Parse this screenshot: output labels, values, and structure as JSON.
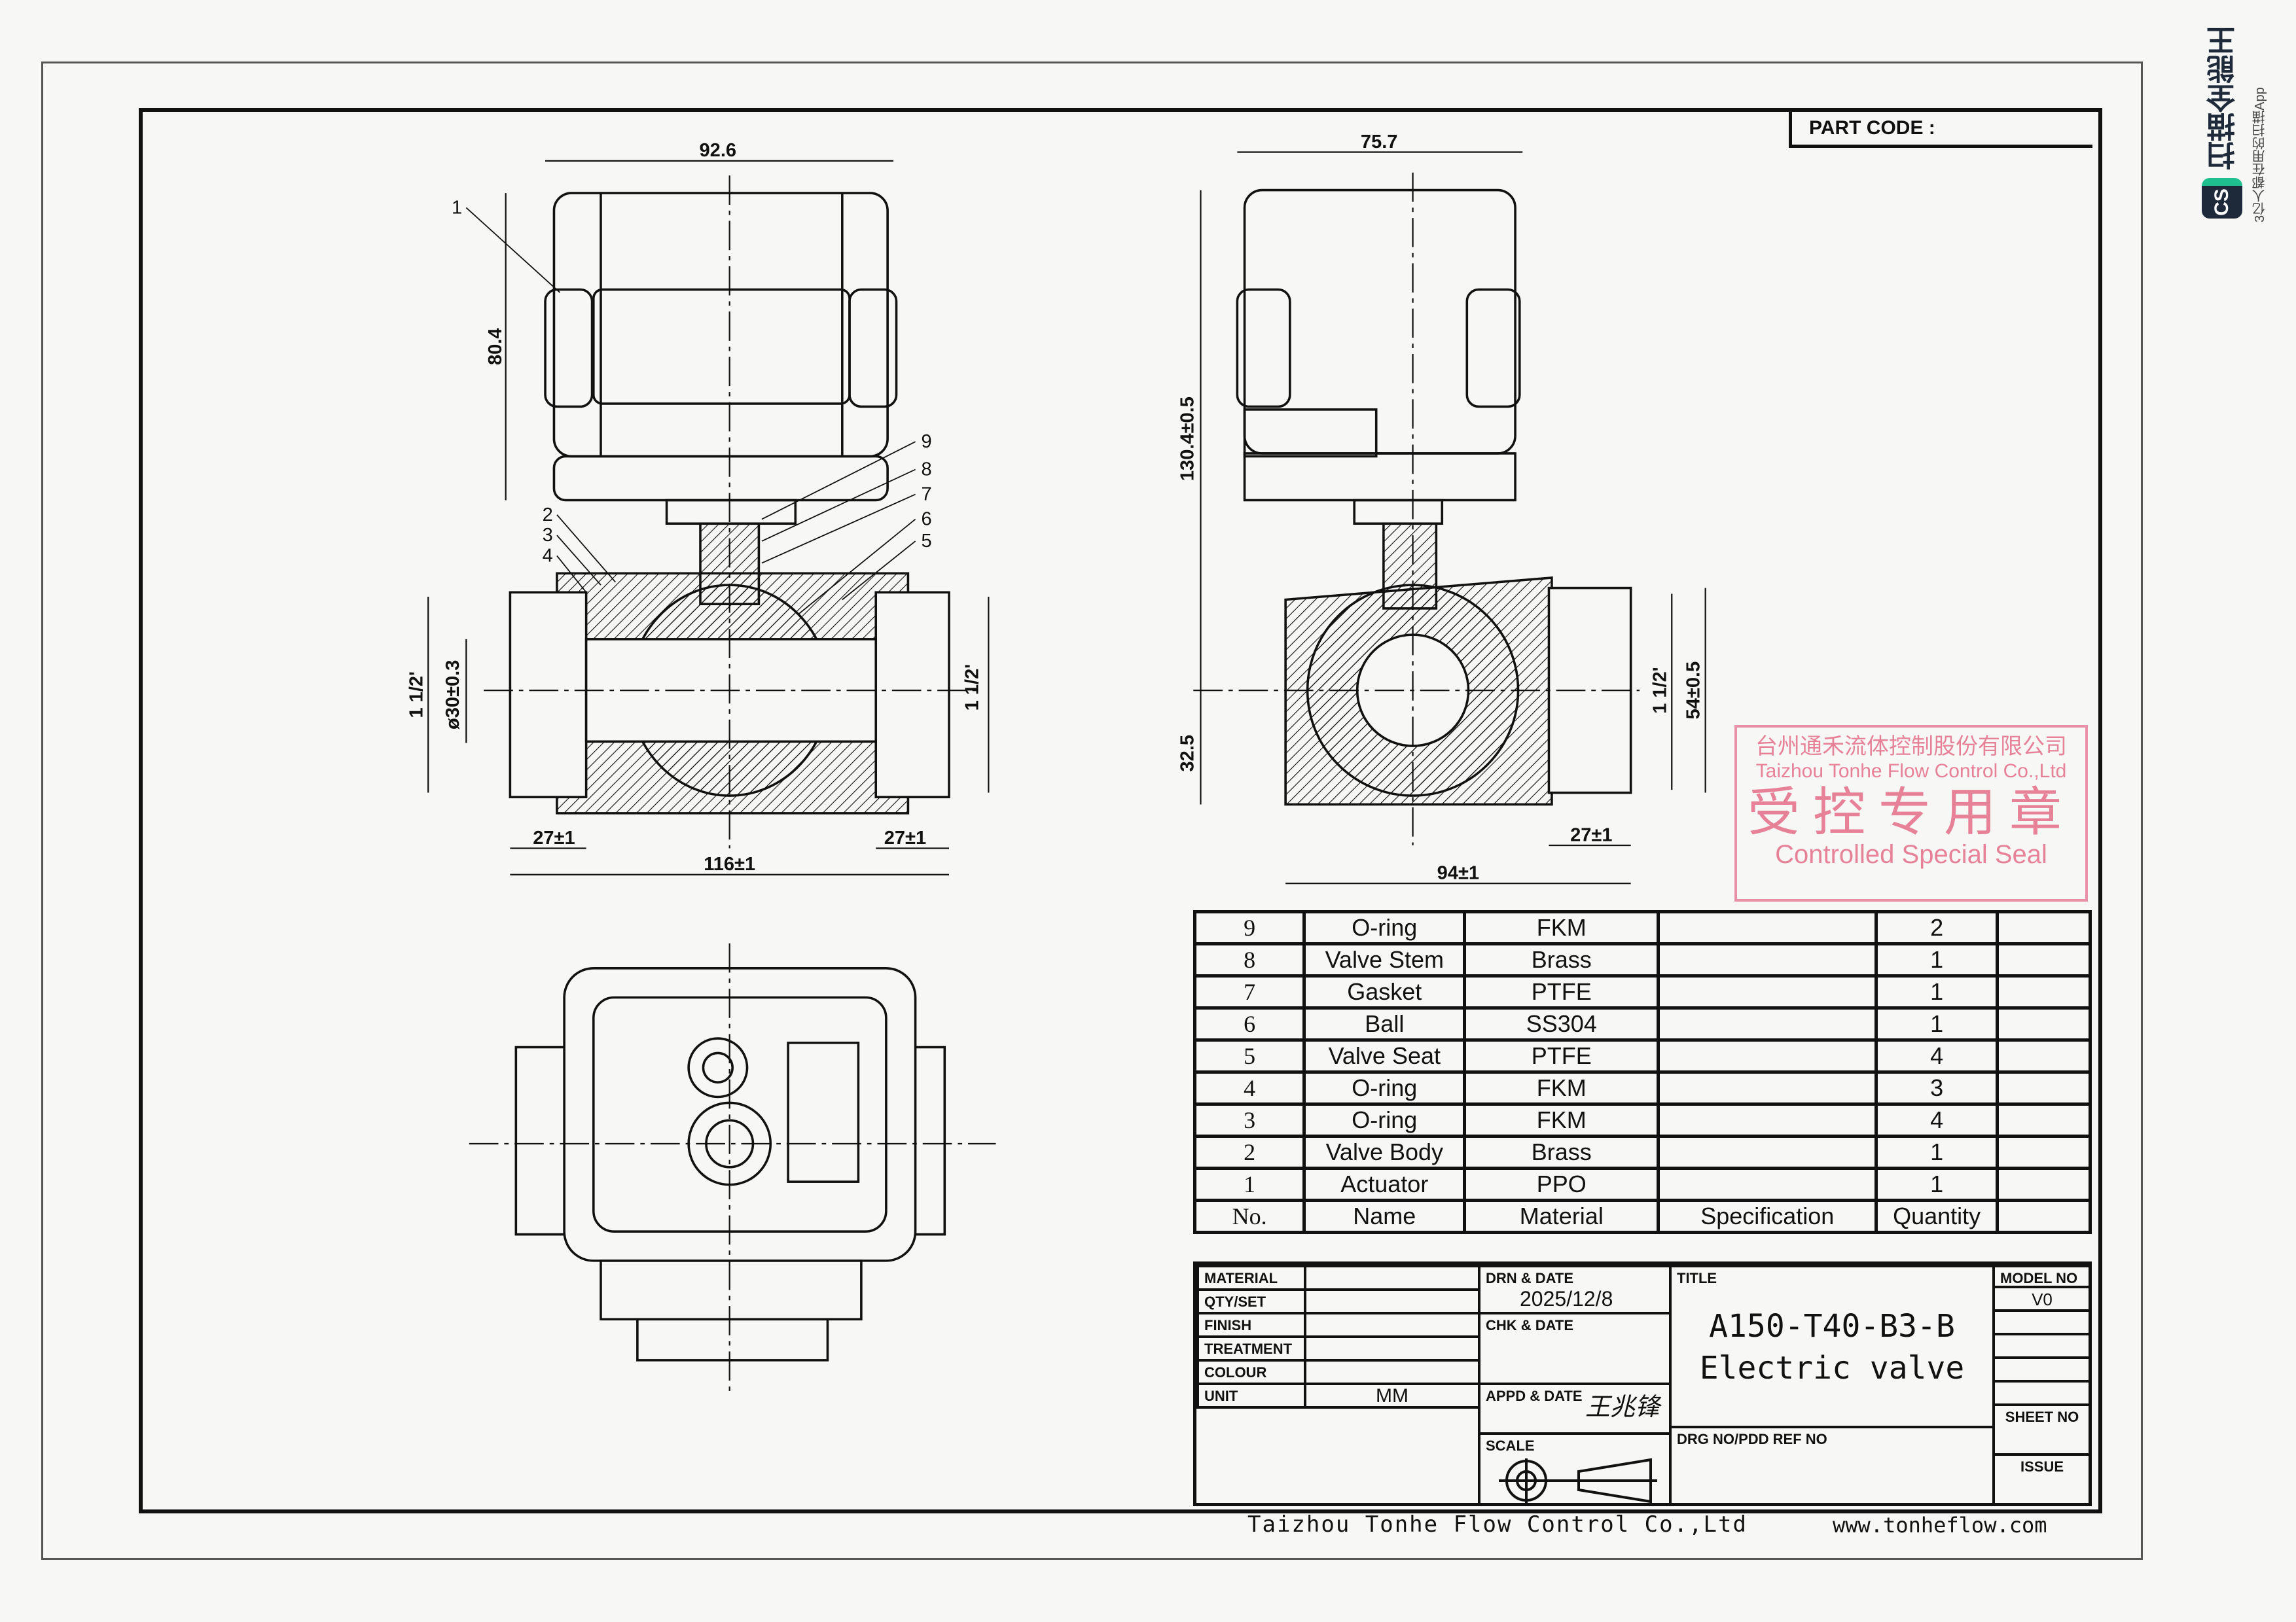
{
  "part_code_label": "PART CODE :",
  "dimensions": {
    "front_width": "92.6",
    "actuator_height": "80.4",
    "thread_left": "1 1/2'",
    "bore": "ø30±0.3",
    "thread_right": "1 1/2'",
    "end_left": "27±1",
    "end_right": "27±1",
    "body_length": "116±1",
    "side_width": "75.7",
    "total_height": "130.4±0.5",
    "center_height": "32.5",
    "side_thread": "1 1/2'",
    "side_port": "54±0.5",
    "side_end": "27±1",
    "side_length": "94±1"
  },
  "balloons": [
    "1",
    "2",
    "3",
    "4",
    "5",
    "6",
    "7",
    "8",
    "9"
  ],
  "bom": {
    "headers": {
      "no": "No.",
      "name": "Name",
      "material": "Material",
      "spec": "Specification",
      "qty": "Quantity"
    },
    "rows": [
      {
        "no": "9",
        "name": "O-ring",
        "material": "FKM",
        "spec": "",
        "qty": "2"
      },
      {
        "no": "8",
        "name": "Valve Stem",
        "material": "Brass",
        "spec": "",
        "qty": "1"
      },
      {
        "no": "7",
        "name": "Gasket",
        "material": "PTFE",
        "spec": "",
        "qty": "1"
      },
      {
        "no": "6",
        "name": "Ball",
        "material": "SS304",
        "spec": "",
        "qty": "1"
      },
      {
        "no": "5",
        "name": "Valve Seat",
        "material": "PTFE",
        "spec": "",
        "qty": "4"
      },
      {
        "no": "4",
        "name": "O-ring",
        "material": "FKM",
        "spec": "",
        "qty": "3"
      },
      {
        "no": "3",
        "name": "O-ring",
        "material": "FKM",
        "spec": "",
        "qty": "4"
      },
      {
        "no": "2",
        "name": "Valve Body",
        "material": "Brass",
        "spec": "",
        "qty": "1"
      },
      {
        "no": "1",
        "name": "Actuator",
        "material": "PPO",
        "spec": "",
        "qty": "1"
      }
    ]
  },
  "title_block": {
    "material": "MATERIAL",
    "qty_set": "QTY/SET",
    "finish": "FINISH",
    "treatment": "TREATMENT",
    "colour": "COLOUR",
    "unit": "UNIT",
    "unit_value": "MM",
    "drn_date": "DRN & DATE",
    "drn_date_value": "2025/12/8",
    "chk_date": "CHK & DATE",
    "appd_date": "APPD & DATE",
    "appd_signature": "王兆锋",
    "scale": "SCALE",
    "title_label": "TITLE",
    "title_code": "A150-T40-B3-B",
    "title_name": "Electric valve",
    "drg_no": "DRG NO/PDD REF NO",
    "model_no": "MODEL NO",
    "model_value": "V0",
    "sheet_no": "SHEET NO",
    "issue": "ISSUE"
  },
  "footer": {
    "company": "Taizhou Tonhe Flow Control Co.,Ltd",
    "website": "www.tonheflow.com"
  },
  "stamp": {
    "cn_company": "台州通禾流体控制股份有限公司",
    "en_company": "Taizhou Tonhe Flow Control Co.,Ltd",
    "cn_title": "受控专用章",
    "en_title": "Controlled Special Seal",
    "color": "#dc3c64"
  },
  "watermark": {
    "logo": "CS",
    "name": "扫描全能王",
    "tagline": "3亿人都在用的扫描App",
    "accent": "#1fbf8f"
  }
}
